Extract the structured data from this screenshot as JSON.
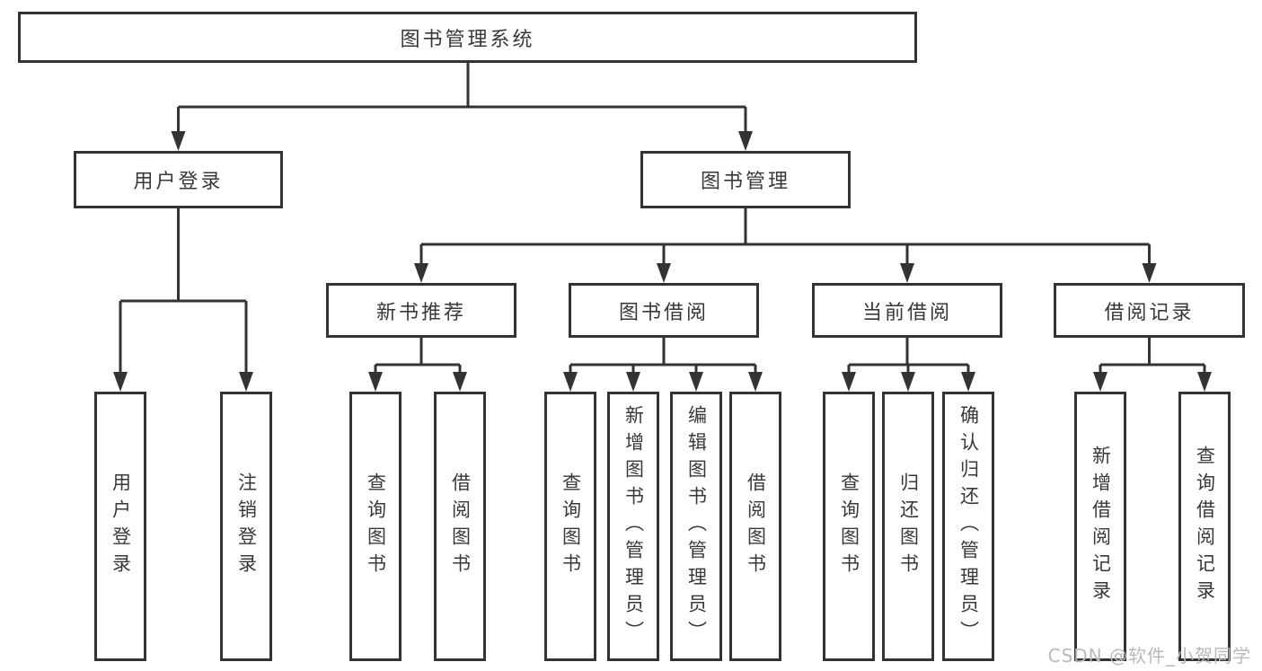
{
  "colors": {
    "line": "#333333",
    "box_border": "#333333",
    "text": "#383838",
    "background": "#ffffff",
    "watermark": "#b9b9b9"
  },
  "root": {
    "label": "图书管理系统"
  },
  "branches": [
    {
      "label": "用户登录",
      "leaves": [
        "用户登录",
        "注销登录"
      ]
    },
    {
      "label": "图书管理",
      "sections": [
        {
          "label": "新书推荐",
          "leaves": [
            "查询图书",
            "借阅图书"
          ]
        },
        {
          "label": "图书借阅",
          "leaves": [
            "查询图书",
            "新增图书（管理员）",
            "编辑图书（管理员）",
            "借阅图书"
          ]
        },
        {
          "label": "当前借阅",
          "leaves": [
            "查询图书",
            "归还图书",
            "确认归还（管理员）"
          ]
        },
        {
          "label": "借阅记录",
          "leaves": [
            "新增借阅记录",
            "查询借阅记录"
          ]
        }
      ]
    }
  ],
  "watermark": "CSDN @软件_小贺同学"
}
